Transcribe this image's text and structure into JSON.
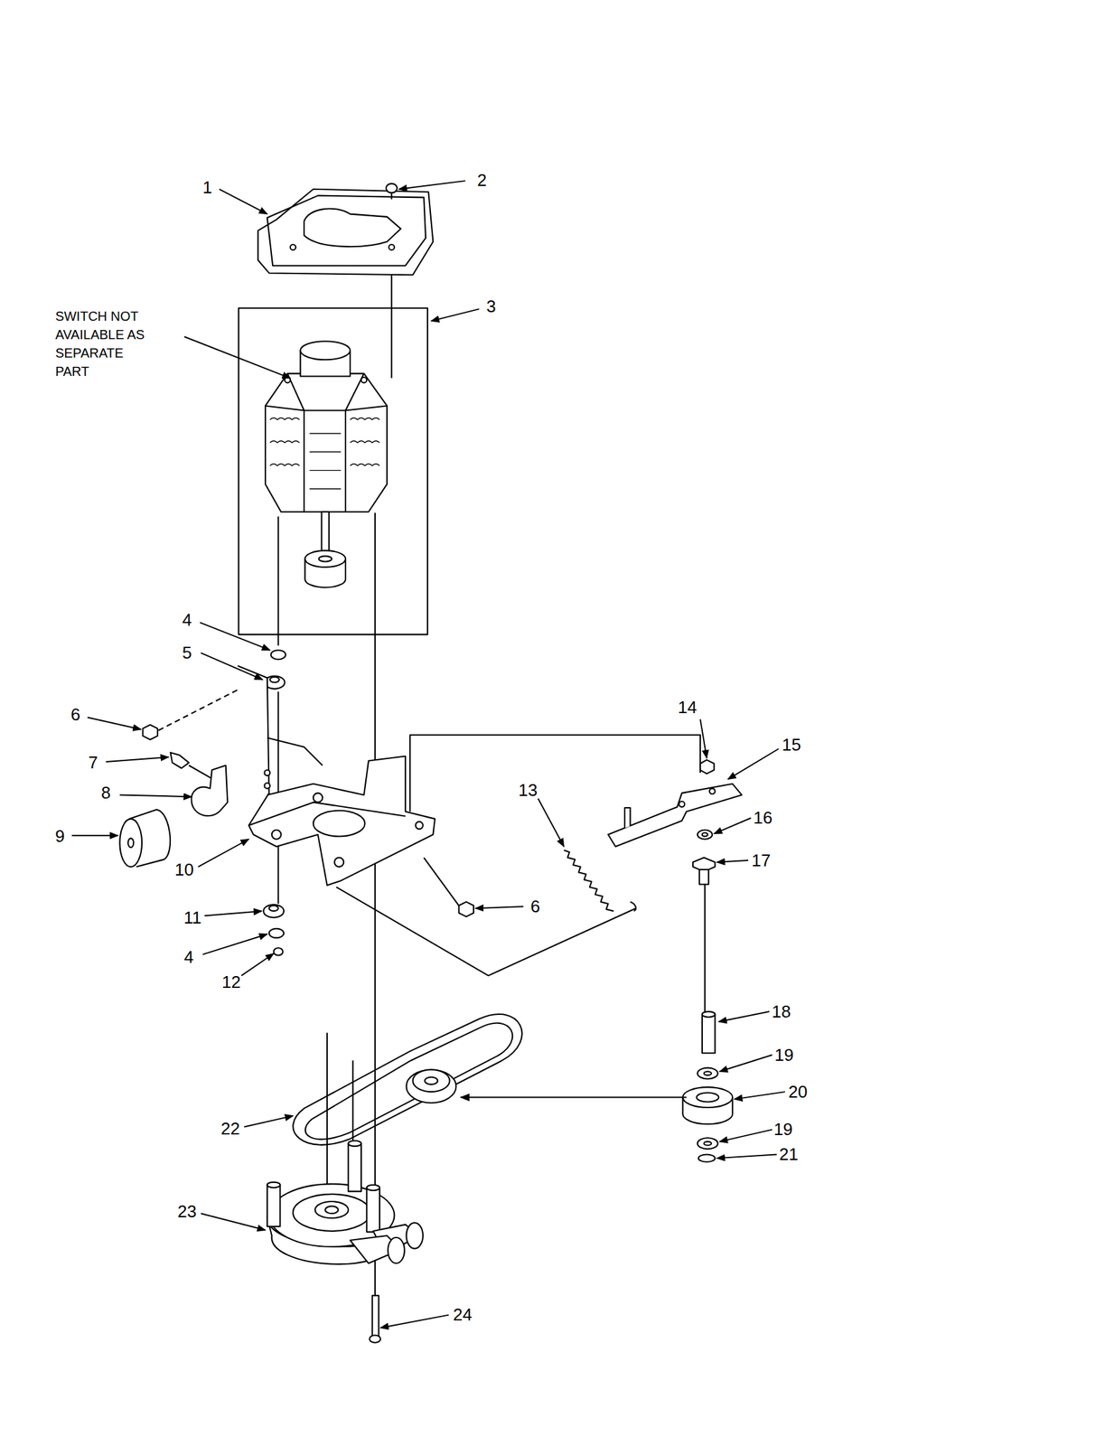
{
  "diagram": {
    "labels": [
      "1",
      "2",
      "SWITCH NOT AVAILABLE AS SEPARATE PART",
      "3",
      "4",
      "5",
      "6",
      "7",
      "8",
      "9",
      "10",
      "11",
      "4",
      "12",
      "14",
      "15",
      "13",
      "16",
      "17",
      "6",
      "18",
      "19",
      "20",
      "22",
      "19",
      "21",
      "23",
      "24"
    ]
  }
}
